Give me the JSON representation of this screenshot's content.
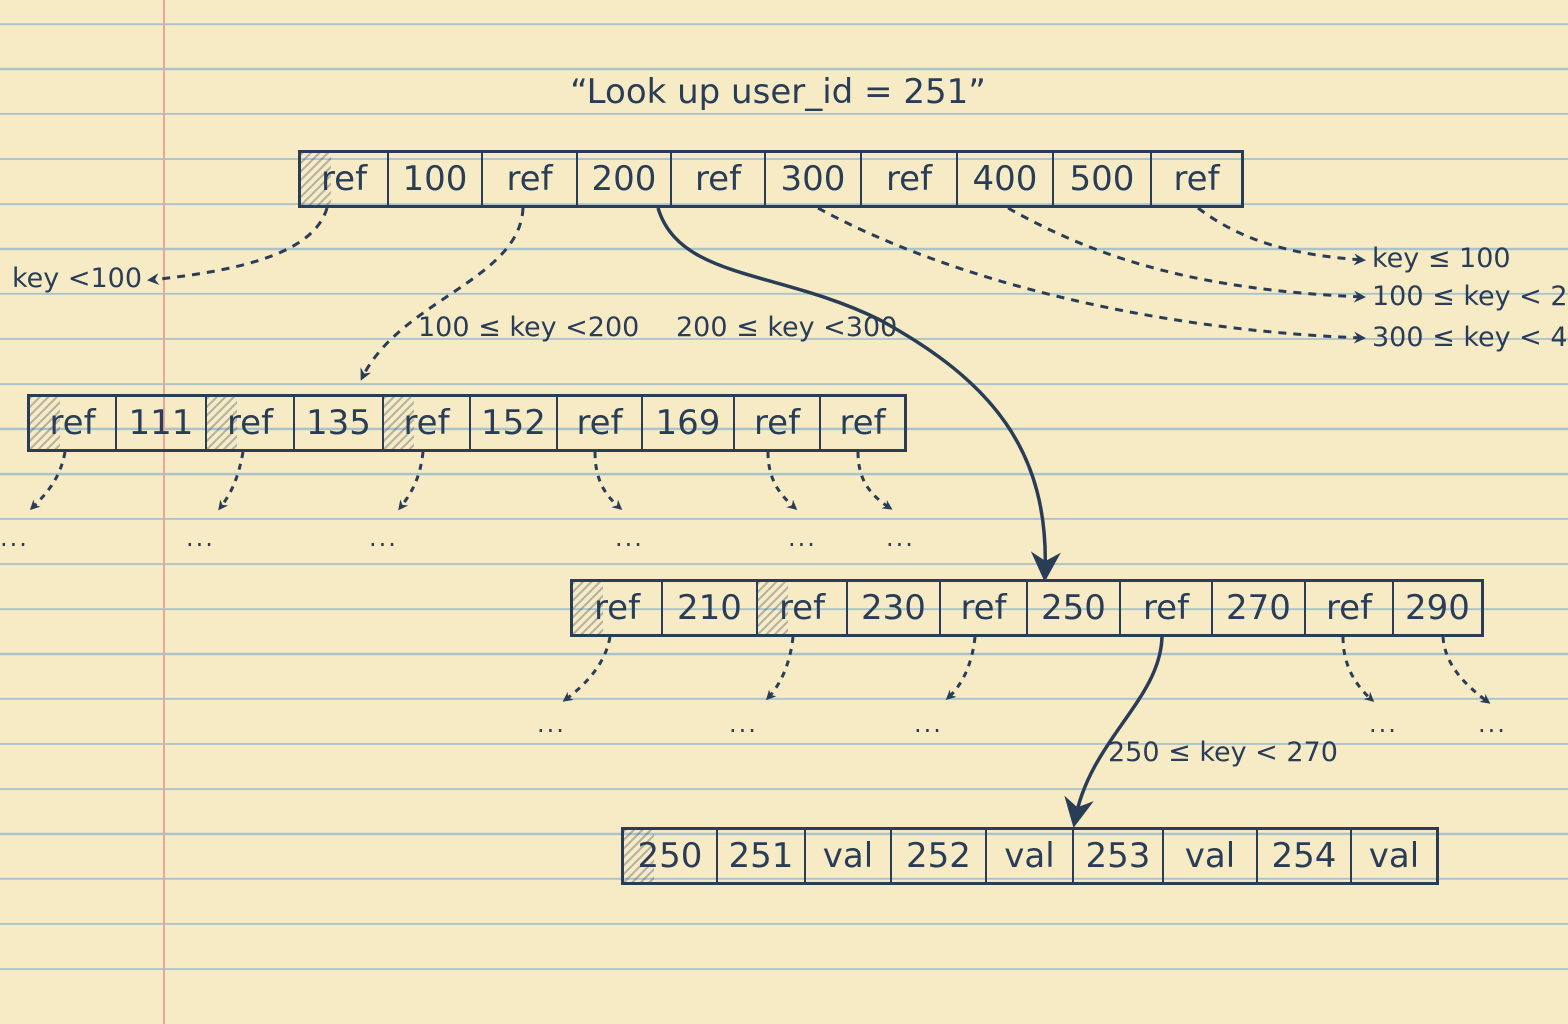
{
  "title": "“Look up user_id = 251”",
  "root": [
    "ref",
    "100",
    "ref",
    "200",
    "ref",
    "300",
    "ref",
    "400",
    "500",
    "ref"
  ],
  "left_node": [
    "ref",
    "111",
    "ref",
    "135",
    "ref",
    "152",
    "ref",
    "169",
    "ref",
    "ref"
  ],
  "mid_node": [
    "ref",
    "210",
    "ref",
    "230",
    "ref",
    "250",
    "ref",
    "270",
    "ref",
    "290"
  ],
  "leaf": [
    "250",
    "251",
    "val",
    "252",
    "val",
    "253",
    "val",
    "254",
    "val"
  ],
  "labels": {
    "key_lt_100": "key <100",
    "range_100_200": "100 ≤ key <200",
    "range_200_300": "200 ≤ key <300",
    "right_key_100": "key ≤ 100",
    "right_100": "100 ≤ key < 2",
    "right_300": "300 ≤ key < 4",
    "range_250_270": "250 ≤ key < 270"
  },
  "ellipsis": "...",
  "colors": {
    "ink": "#2a3d57",
    "paper": "#f7ebc6",
    "rule": "#a9c3c8",
    "margin": "#e7a79c"
  }
}
